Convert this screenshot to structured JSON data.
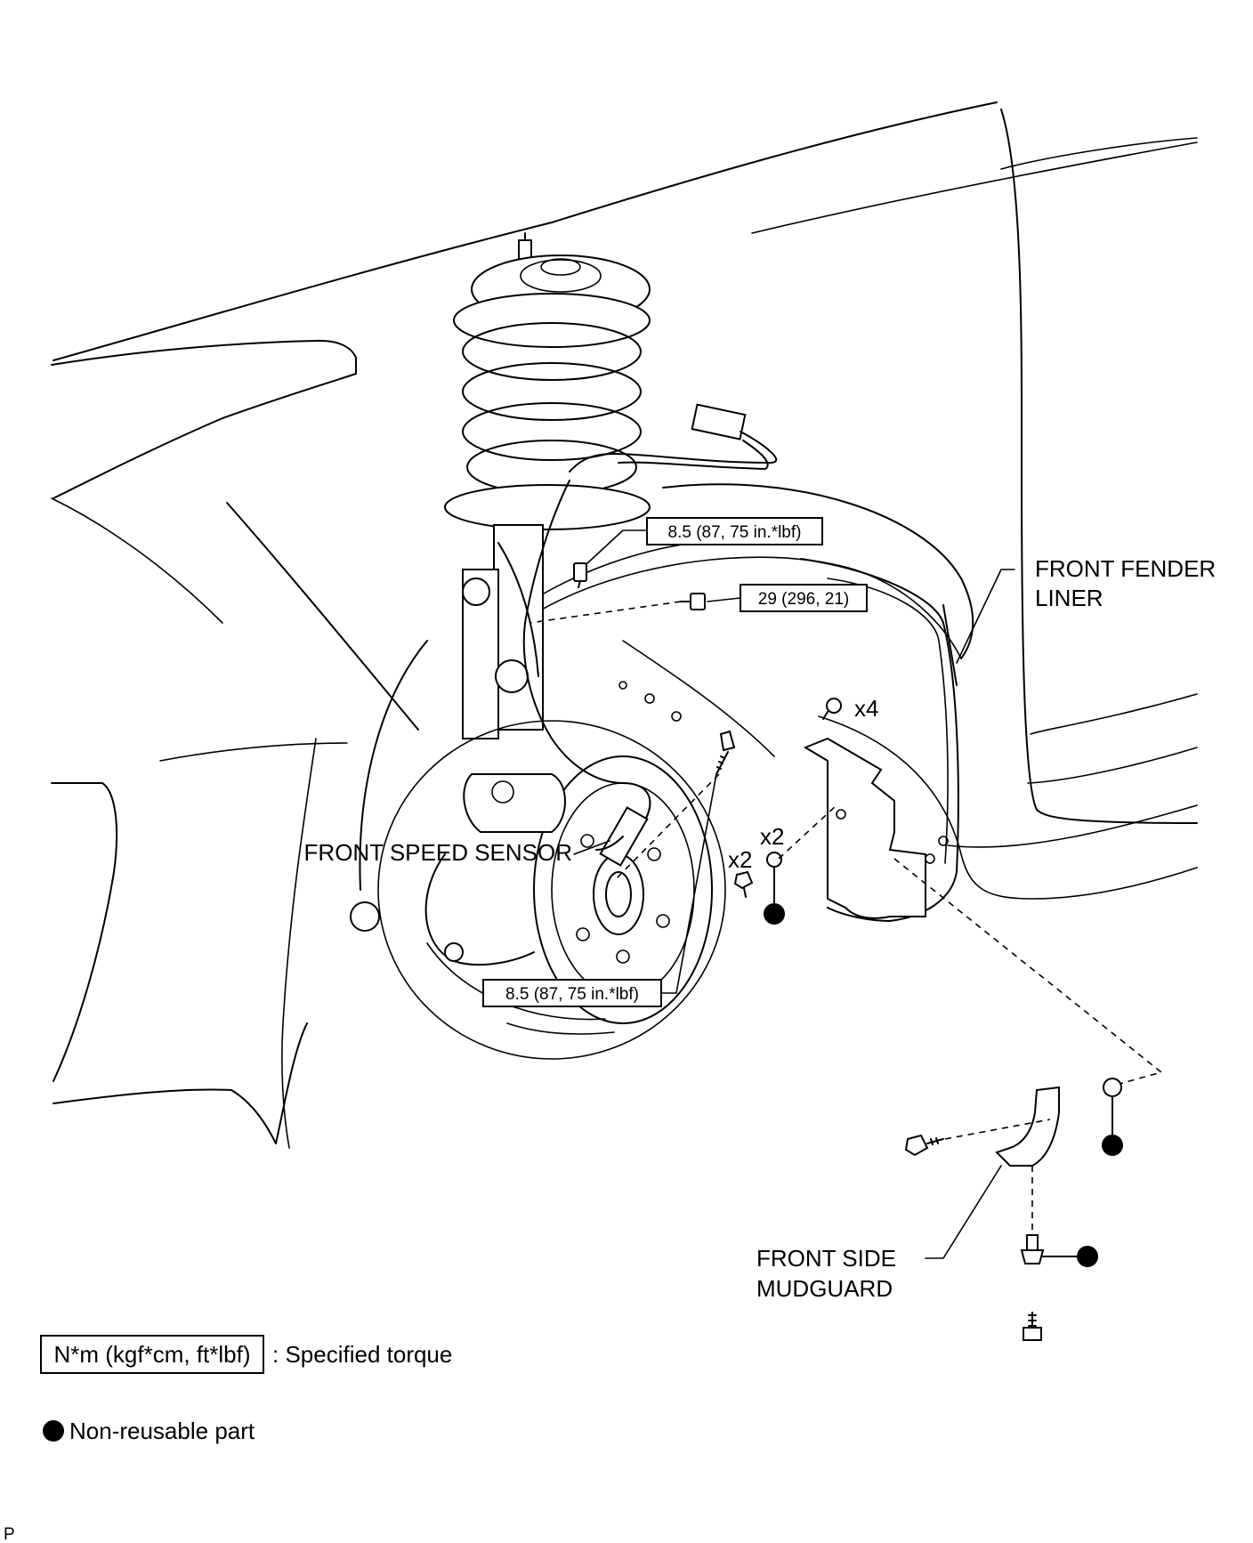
{
  "labels": {
    "front_fender_liner_line1": "FRONT FENDER",
    "front_fender_liner_line2": "LINER",
    "front_speed_sensor": "FRONT SPEED SENSOR",
    "front_side_mudguard_line1": "FRONT SIDE",
    "front_side_mudguard_line2": "MUDGUARD"
  },
  "torques": {
    "sensor_clamp_bolt": "8.5 (87, 75 in.*lbf)",
    "bracket_bolt": "29 (296, 21)",
    "sensor_bolt": "8.5 (87, 75 in.*lbf)"
  },
  "quantities": {
    "liner_clips": "x4",
    "mudguard_screws": "x2",
    "mudguard_clips": "x2"
  },
  "legend": {
    "torque_unit": "N*m (kgf*cm, ft*lbf)",
    "torque_desc": ": Specified torque",
    "nonreusable_desc": "Non-reusable part"
  },
  "corner_mark": "P"
}
